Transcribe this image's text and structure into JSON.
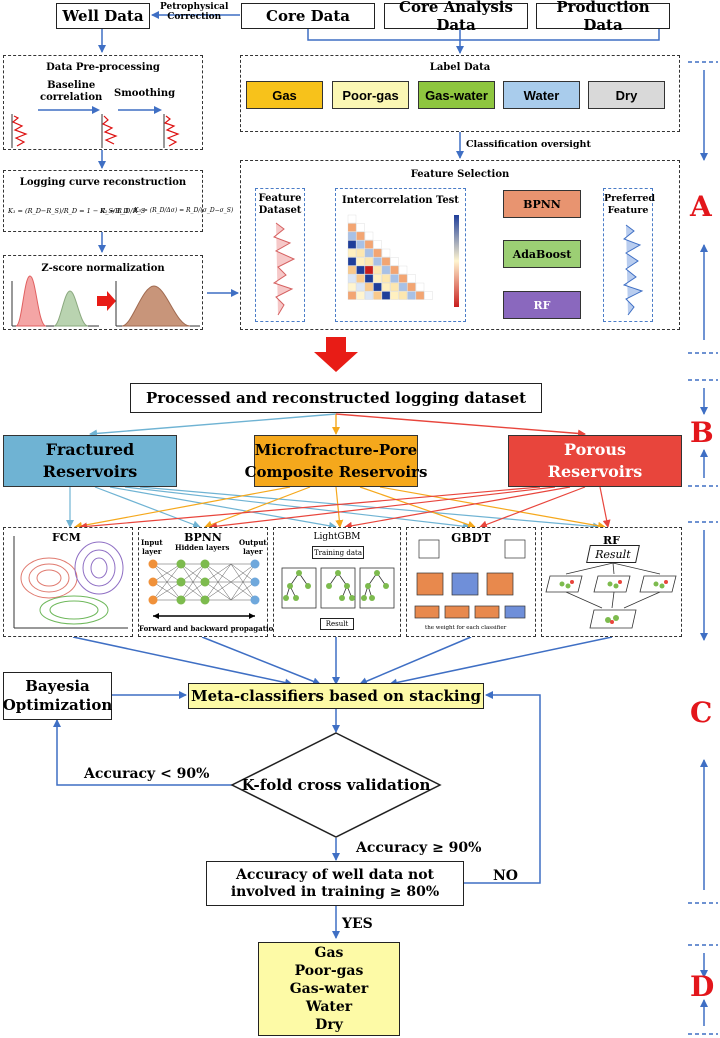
{
  "top": {
    "well_data": "Well Data",
    "core_data": "Core Data",
    "core_analysis": "Core Analysis Data",
    "production": "Production Data",
    "petro_correction": "Petrophysical\nCorrection"
  },
  "preprocess": {
    "title": "Data Pre-processing",
    "baseline": "Baseline\ncorrelation",
    "smoothing": "Smoothing"
  },
  "reconstruction": {
    "title": "Logging curve reconstruction",
    "formulas": [
      "K₁ = (R_D−R_S)/R_D = 1 − R_S/R_D",
      "K₂ = R_D/R_S",
      "K₃ = (R_D/Δσ) = R_D/(σ_D−σ_S)"
    ]
  },
  "zscore": {
    "title": "Z-score normalization"
  },
  "label_data": {
    "title": "Label Data",
    "items": [
      {
        "text": "Gas",
        "color": "#f7c21b"
      },
      {
        "text": "Poor-gas",
        "color": "#fbf7b4"
      },
      {
        "text": "Gas-water",
        "color": "#8ec63f"
      },
      {
        "text": "Water",
        "color": "#a9ccec"
      },
      {
        "text": "Dry",
        "color": "#d9d9d9"
      }
    ],
    "oversight": "Classification oversight"
  },
  "feature_selection": {
    "title": "Feature Selection",
    "feature_dataset": "Feature\nDataset",
    "intercorrelation": "Intercorrelation Test",
    "classifiers": [
      {
        "text": "BPNN",
        "color": "#e89470"
      },
      {
        "text": "AdaBoost",
        "color": "#9ccf74"
      },
      {
        "text": "RF",
        "color": "#8a68be"
      }
    ],
    "preferred": "Preferred\nFeature"
  },
  "dataset": "Processed and reconstructed logging dataset",
  "reservoirs": [
    {
      "text": "Fractured\nReservoirs",
      "color": "#6fb3d3"
    },
    {
      "text": "Microfracture-Pore\nComposite Reservoirs",
      "color": "#f5a81c"
    },
    {
      "text": "Porous\nReservoirs",
      "color": "#e8453c"
    }
  ],
  "models": {
    "fcm": "FCM",
    "bpnn": "BPNN",
    "bpnn_input": "Input\nlayer",
    "bpnn_hidden": "Hidden layers",
    "bpnn_output": "Output\nlayer",
    "bpnn_caption": "Forward and backward propagation",
    "lightgbm": "LightGBM",
    "training_data": "Training data",
    "result": "Result",
    "gbdt": "GBDT",
    "gbdt_caption": "the weight for each classifier",
    "rf": "RF",
    "rf_result": "Result"
  },
  "bayes": "Bayesia\nOptimization",
  "meta": "Meta-classifiers based on stacking",
  "kfold": "K-fold cross validation",
  "acc_low": "Accuracy < 90%",
  "acc_high": "Accuracy ≥ 90%",
  "well_acc": "Accuracy of well data not\ninvolved in training ≥ 80%",
  "no": "NO",
  "yes": "YES",
  "output": [
    "Gas",
    "Poor-gas",
    "Gas-water",
    "Water",
    "Dry"
  ],
  "stages": [
    "A",
    "B",
    "C",
    "D"
  ]
}
